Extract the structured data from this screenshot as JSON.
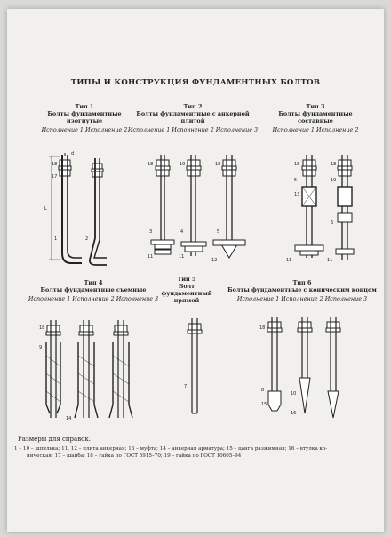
{
  "title": "ТИПЫ И КОНСТРУКЦИЯ ФУНДАМЕНТНЫХ БОЛТОВ",
  "types": [
    {
      "id": "t1",
      "name": "Тип 1",
      "desc": "Болты фундаментные изогнутые",
      "variants": "Исполнение 1 Исполнение 2"
    },
    {
      "id": "t2",
      "name": "Тип 2",
      "desc": "Болты фундаментные с анкерной плитой",
      "variants": "Исполнение 1 Исполнение 2 Исполнение 3"
    },
    {
      "id": "t3",
      "name": "Тип 3",
      "desc": "Болты фундаментные составные",
      "variants": "Исполнение 1 Исполнение 2"
    },
    {
      "id": "t4",
      "name": "Тип 4",
      "desc": "Болты фундаментные съемные",
      "variants": "Исполнение 1 Исполнение 2 Исполнение 3"
    },
    {
      "id": "t5",
      "name": "Тип 5",
      "desc": "Болт фундаментный прямой",
      "variants": ""
    },
    {
      "id": "t6",
      "name": "Тип 6",
      "desc": "Болты фундаментные с коническим концом",
      "variants": "Исполнение 1 Исполнение 2 Исполнение 3"
    }
  ],
  "notes": {
    "heading": "Размеры для справок.",
    "line1": "1 – 10 – шпилька; 11, 12 – плита анкерная; 13 – муфта; 14 – анкерная арматура; 15 – цанга разжимная; 16 – втулка ко-",
    "line2": "ническая; 17 – шайба; 18 – гайка по ГОСТ 5915–70; 19 – гайка по ГОСТ 10605–94"
  },
  "callouts": {
    "c1": "18",
    "c2": "17",
    "c3": "1",
    "c4": "2",
    "c5": "d",
    "c6": "L",
    "c7": "18",
    "c8": "19",
    "c9": "18",
    "c10": "3",
    "c11": "4",
    "c12": "5",
    "c13": "11",
    "c14": "11",
    "c15": "12",
    "c16": "18",
    "c17": "5",
    "c18": "18",
    "c19": "13",
    "c20": "19",
    "c21": "6",
    "c22": "11",
    "c23": "11",
    "c24": "18",
    "c25": "9",
    "c26": "14",
    "c27": "7",
    "c28": "18",
    "c29": "8",
    "c30": "15",
    "c31": "10",
    "c32": "16"
  }
}
